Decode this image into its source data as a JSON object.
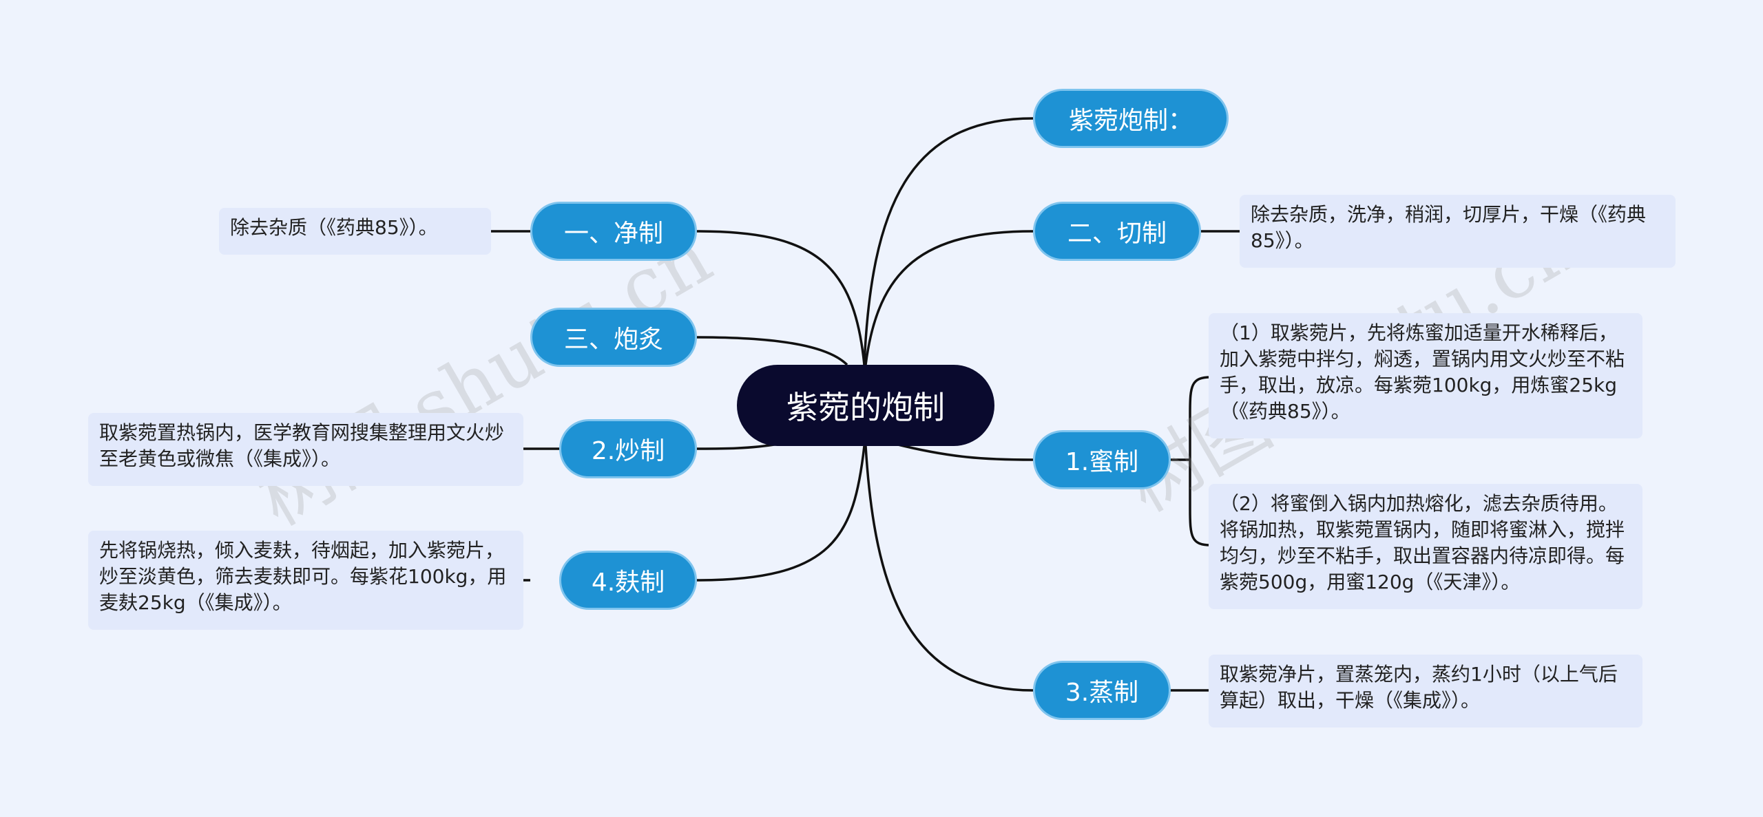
{
  "center": "紫菀的炮制",
  "watermark": "树图 shutu.cn",
  "right": {
    "title": "紫菀炮制：",
    "cut": {
      "label": "二、切制",
      "text": "除去杂质，洗净，稍润，切厚片，干燥（《药典85》）。"
    },
    "honey": {
      "label": "1.蜜制",
      "text1": "（1）取紫菀片，先将炼蜜加适量开水稀释后，加入紫菀中拌匀，焖透，置锅内用文火炒至不粘手，取出，放凉。每紫菀100kg，用炼蜜25kg（《药典85》）。",
      "text2": "（2）将蜜倒入锅内加热熔化，滤去杂质待用。将锅加热，取紫菀置锅内，随即将蜜淋入，搅拌均匀，炒至不粘手，取出置容器内待凉即得。每紫菀500g，用蜜120g（《天津》）。"
    },
    "steam": {
      "label": "3.蒸制",
      "text": "取紫菀净片，置蒸笼内，蒸约1小时（以上气后算起）取出，干燥（《集成》）。"
    }
  },
  "left": {
    "clean": {
      "label": "一、净制",
      "text": "除去杂质（《药典85》）。"
    },
    "process": {
      "label": "三、炮炙"
    },
    "fry": {
      "label": "2.炒制",
      "text": "取紫菀置热锅内，医学教育网搜集整理用文火炒至老黄色或微焦（《集成》）。"
    },
    "bran": {
      "label": "4.麸制",
      "text": "先将锅烧热，倾入麦麸，待烟起，加入紫菀片，炒至淡黄色，筛去麦麸即可。每紫花100kg，用麦麸25kg（《集成》）。"
    }
  }
}
